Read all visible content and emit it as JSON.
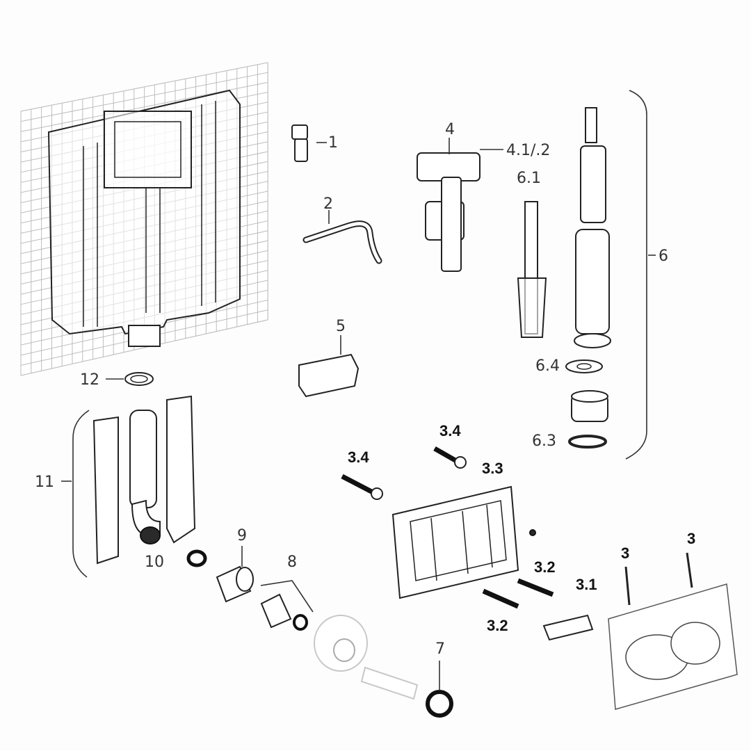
{
  "labels": {
    "l1": "1",
    "l2": "2",
    "l3a": "3",
    "l3b": "3",
    "l31": "3.1",
    "l32a": "3.2",
    "l32b": "3.2",
    "l33": "3.3",
    "l34a": "3.4",
    "l34b": "3.4",
    "l4": "4",
    "l412": "4.1/.2",
    "l5": "5",
    "l6": "6",
    "l61": "6.1",
    "l63": "6.3",
    "l64": "6.4",
    "l7": "7",
    "l8": "8",
    "l9": "9",
    "l10": "10",
    "l11": "11",
    "l12": "12"
  },
  "colors": {
    "line": "#222222",
    "dark_part": "#2a2a2a",
    "faint_part": "#c8c8c8",
    "grid": "#bdbdbd"
  }
}
